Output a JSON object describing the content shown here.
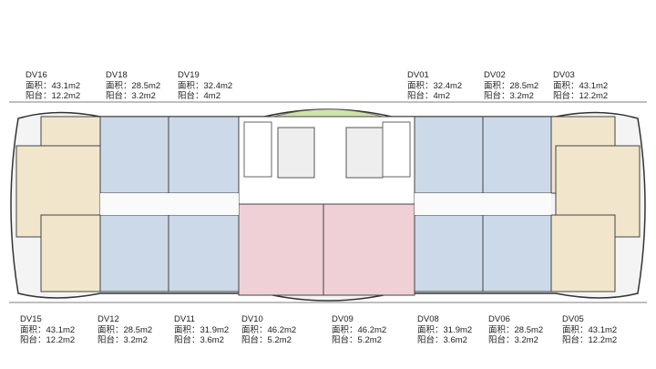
{
  "area_label": "面积：",
  "balcony_label": "阳台：",
  "colors": {
    "blue_unit": "#ccd9e8",
    "beige_unit": "#f1e6cc",
    "pink_unit": "#efd0d6",
    "wall": "#3a3a3a",
    "green_roof": "#cfe3a8"
  },
  "top_units": [
    {
      "id": "DV16",
      "area": "43.1m2",
      "balcony": "12.2m2"
    },
    {
      "id": "DV18",
      "area": "28.5m2",
      "balcony": "3.2m2"
    },
    {
      "id": "DV19",
      "area": "32.4m2",
      "balcony": "4m2"
    },
    {
      "id": "DV01",
      "area": "32.4m2",
      "balcony": "4m2"
    },
    {
      "id": "DV02",
      "area": "28.5m2",
      "balcony": "3.2m2"
    },
    {
      "id": "DV03",
      "area": "43.1m2",
      "balcony": "12.2m2"
    }
  ],
  "bottom_units": [
    {
      "id": "DV15",
      "area": "43.1m2",
      "balcony": "12.2m2"
    },
    {
      "id": "DV12",
      "area": "28.5m2",
      "balcony": "3.2m2"
    },
    {
      "id": "DV11",
      "area": "31.9m2",
      "balcony": "3.6m2"
    },
    {
      "id": "DV10",
      "area": "46.2m2",
      "balcony": "5.2m2"
    },
    {
      "id": "DV09",
      "area": "46.2m2",
      "balcony": "5.2m2"
    },
    {
      "id": "DV08",
      "area": "31.9m2",
      "balcony": "3.6m2"
    },
    {
      "id": "DV06",
      "area": "28.5m2",
      "balcony": "3.2m2"
    },
    {
      "id": "DV05",
      "area": "43.1m2",
      "balcony": "12.2m2"
    }
  ]
}
